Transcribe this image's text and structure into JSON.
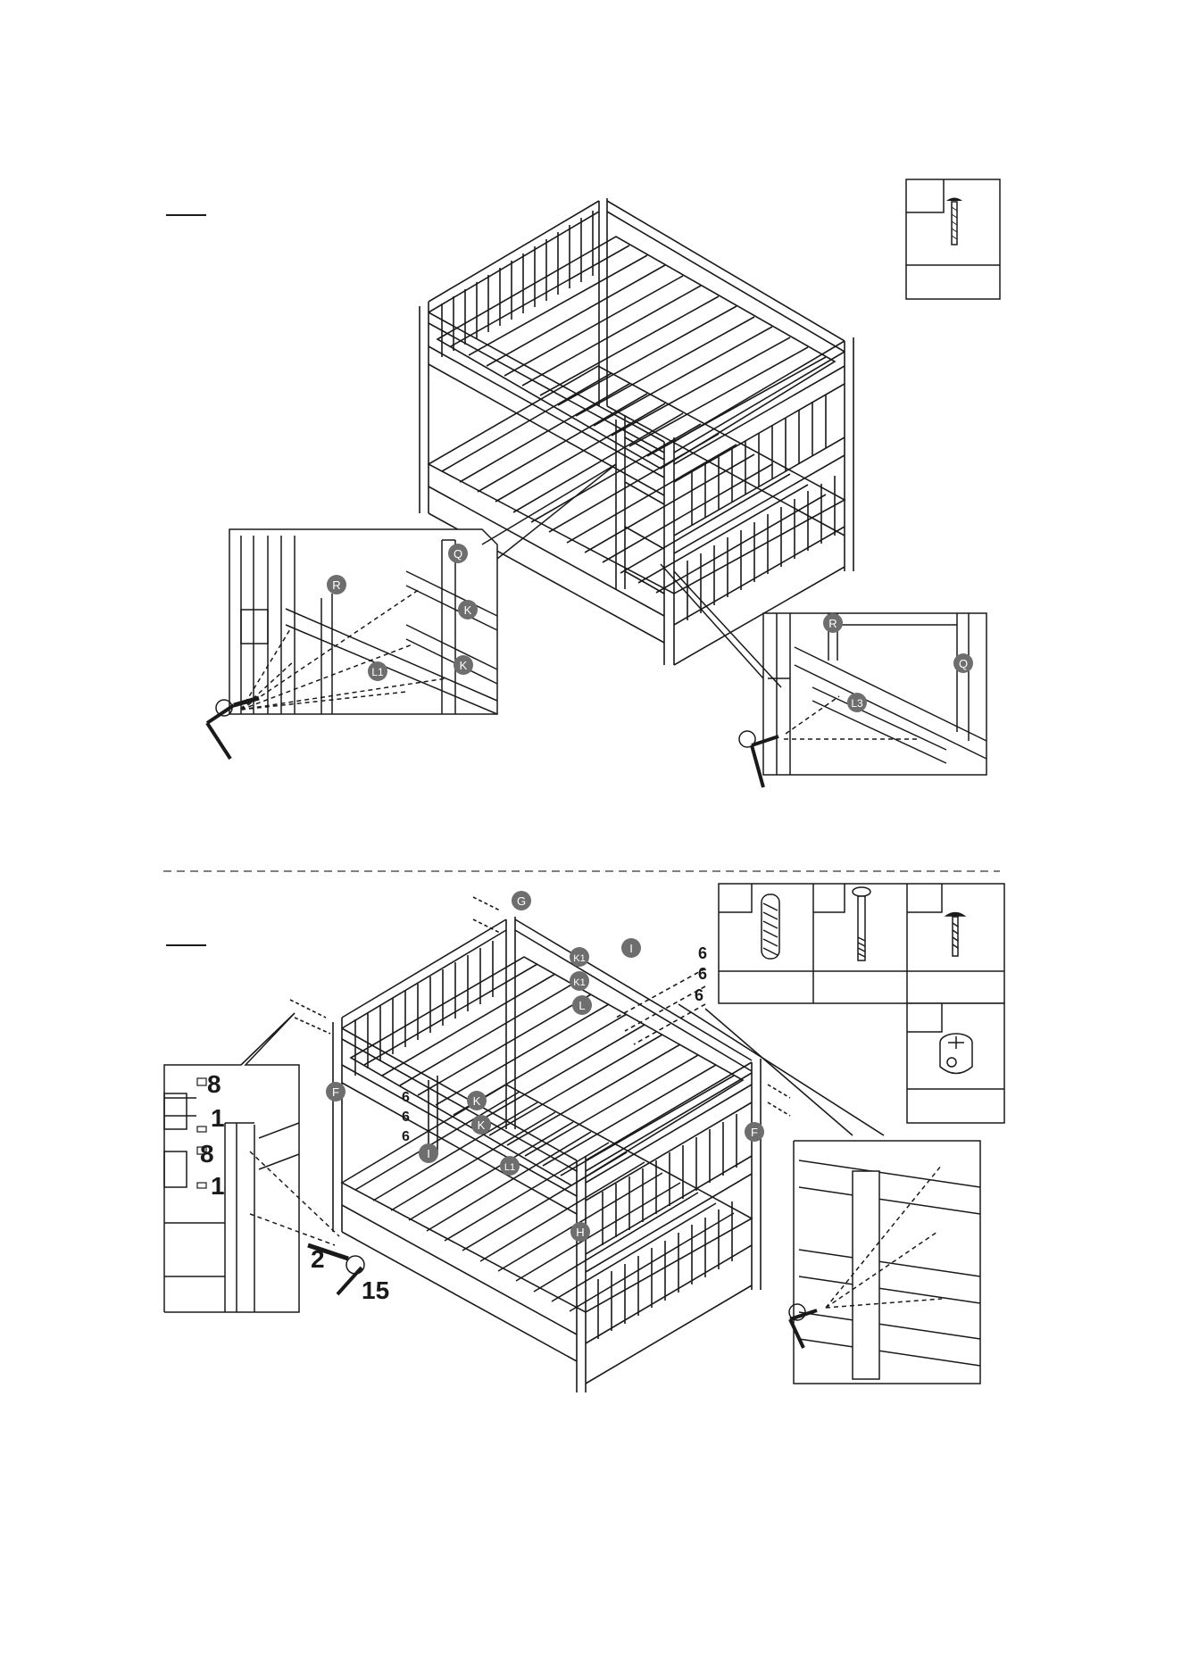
{
  "step1": {
    "part_labels": {
      "q": "Q",
      "r": "R",
      "k_upper": "K",
      "k_lower": "K",
      "l1": "L1",
      "r_right": "R",
      "q_right": "Q",
      "l3": "L3"
    }
  },
  "step2": {
    "part_labels": {
      "g": "G",
      "k1_a": "K1",
      "k1_b": "K1",
      "i_top": "I",
      "l": "L",
      "f_left": "F",
      "f_right": "F",
      "k_a": "K",
      "k_b": "K",
      "i_left": "I",
      "l1": "L1",
      "h": "H"
    },
    "qty_labels": {
      "six_right_1": "6",
      "six_right_2": "6",
      "six_right_3": "6",
      "six_left_1": "6",
      "six_left_2": "6",
      "six_left_3": "6",
      "eight_1": "8",
      "one_1": "1",
      "eight_2": "8",
      "one_2": "1",
      "two": "2",
      "fifteen": "15"
    }
  },
  "hardware_icons": {
    "step1_box": "bolt-icon",
    "step2_box": [
      "dowel-icon",
      "long-bolt-icon",
      "bolt-icon"
    ],
    "step2_nut_box": "barrel-nut-icon"
  }
}
